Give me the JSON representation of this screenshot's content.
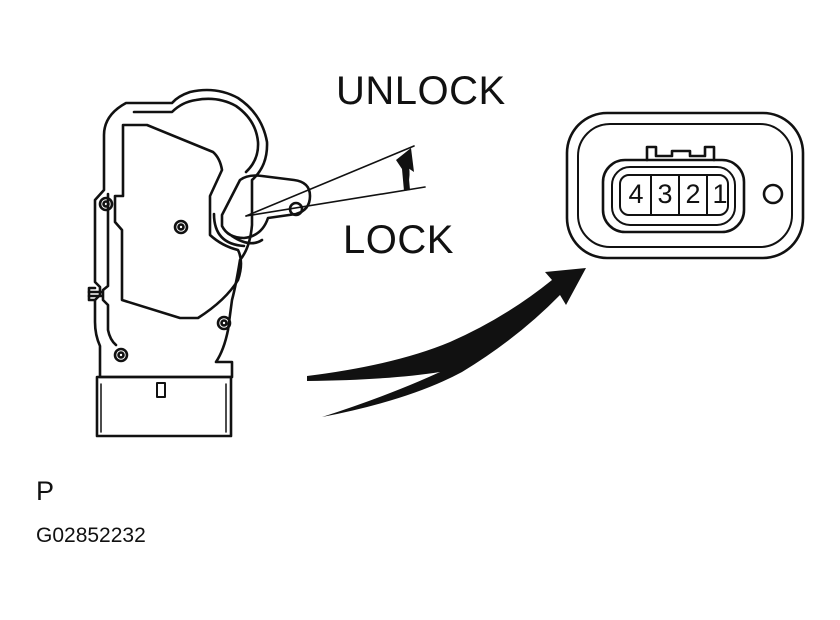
{
  "labels": {
    "unlock": "UNLOCK",
    "lock": "LOCK",
    "pin_code": "P",
    "figure_code": "G02852232"
  },
  "connector": {
    "pins": [
      "4",
      "3",
      "2",
      "1"
    ]
  },
  "colors": {
    "line": "#111111",
    "background": "#ffffff"
  }
}
